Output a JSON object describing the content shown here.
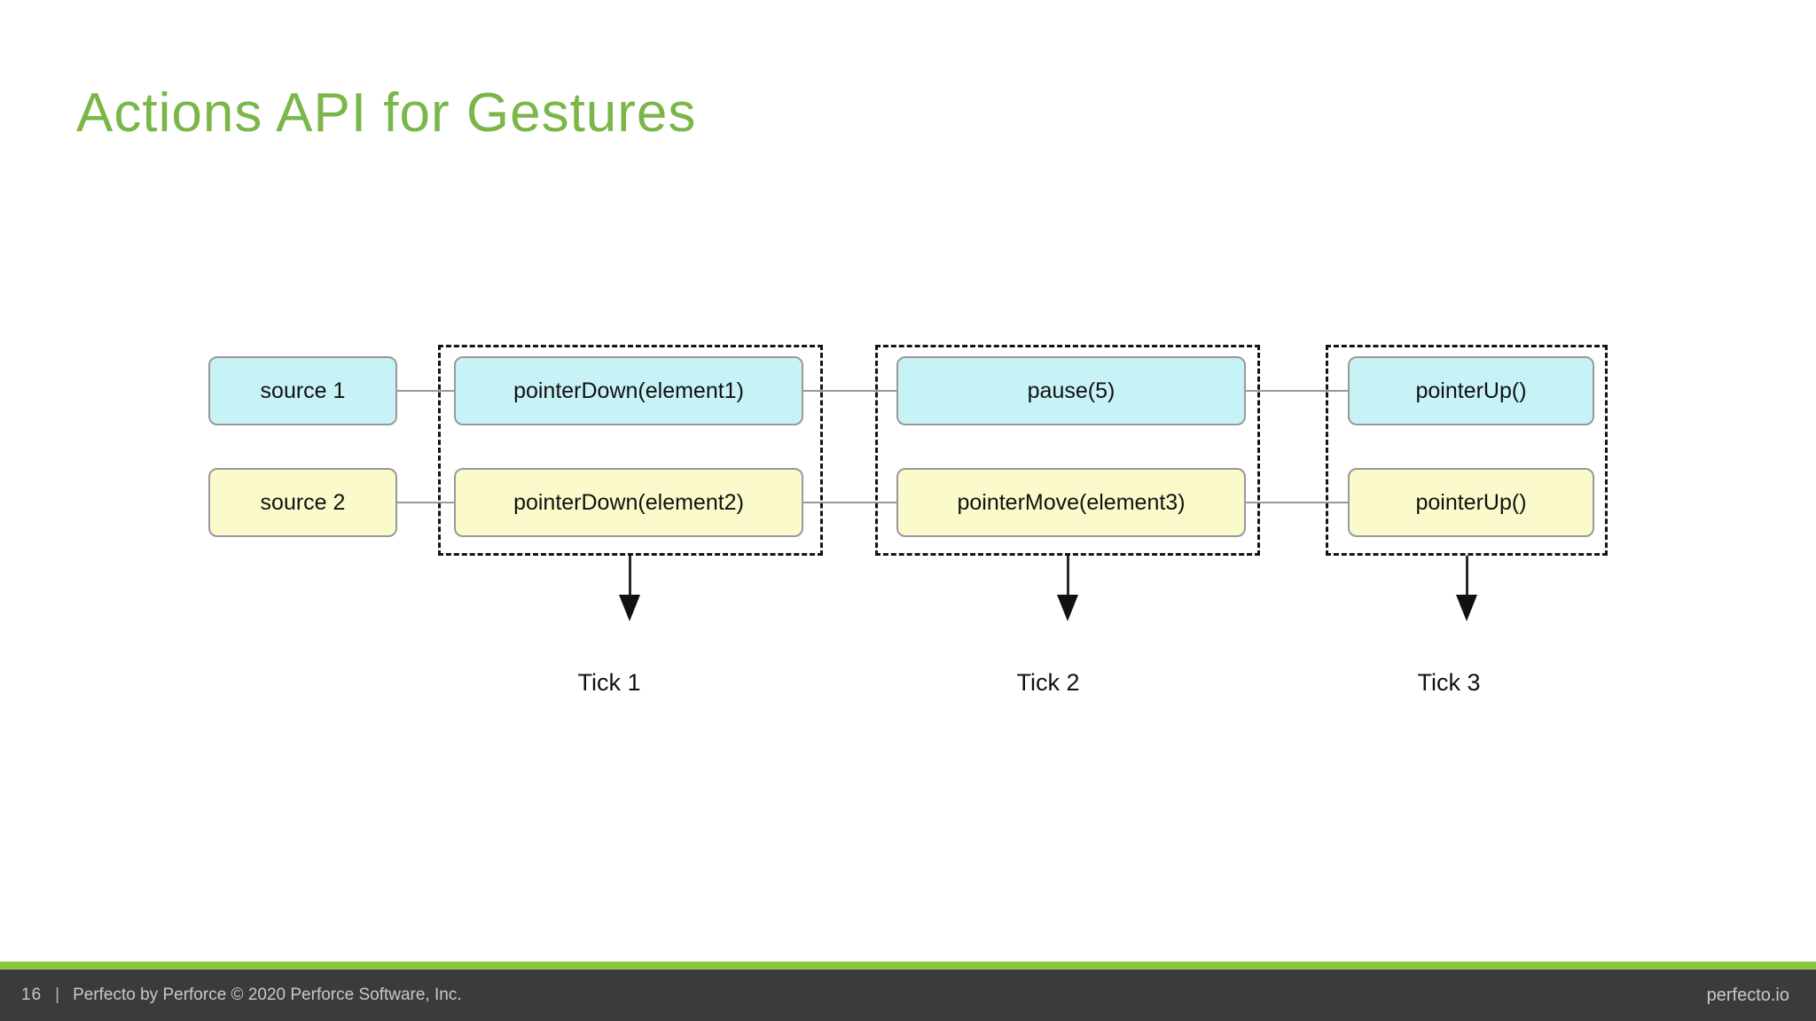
{
  "slide": {
    "title": "Actions API for Gestures",
    "footer": {
      "page_number": "16",
      "separator": "|",
      "copyright": "Perfecto by Perforce © 2020 Perforce Software, Inc.",
      "website": "perfecto.io"
    },
    "colors": {
      "title_green": "#7AB648",
      "accent_bar_green": "#8CC63F",
      "footer_bg": "#3B3B3D",
      "footer_text": "#C8C8C8",
      "source1_fill": "#C7F3F7",
      "source2_fill": "#FAFACA",
      "box_border": "#999999",
      "connector": "#999999"
    }
  },
  "diagram": {
    "sources": [
      {
        "label": "source 1"
      },
      {
        "label": "source 2"
      }
    ],
    "ticks": [
      {
        "label": "Tick 1",
        "row1": "pointerDown(element1)",
        "row2": "pointerDown(element2)"
      },
      {
        "label": "Tick 2",
        "row1": "pause(5)",
        "row2": "pointerMove(element3)"
      },
      {
        "label": "Tick 3",
        "row1": "pointerUp()",
        "row2": "pointerUp()"
      }
    ]
  }
}
